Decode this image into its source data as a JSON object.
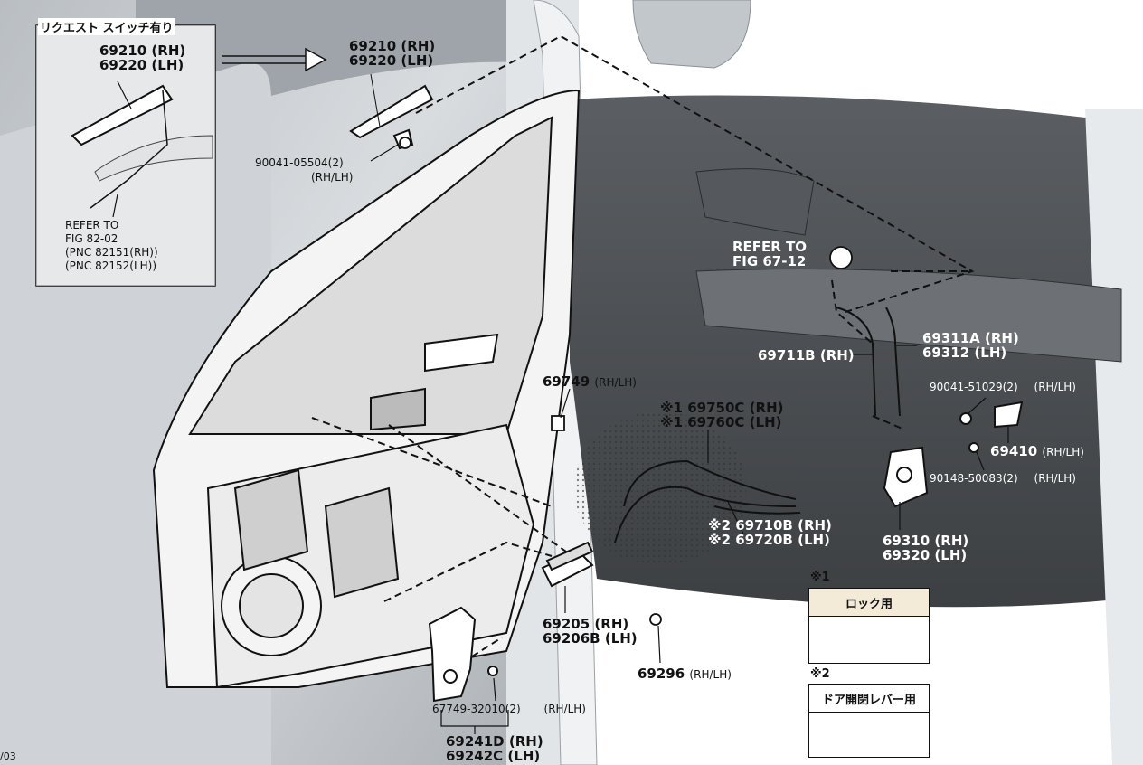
{
  "inset": {
    "title": "リクエスト スイッチ有り",
    "handle_rh": "69210 (RH)",
    "handle_lh": "69220 (LH)",
    "refer_line1": "REFER TO",
    "refer_line2": "FIG  82-02",
    "refer_line3": "(PNC 82151(RH))",
    "refer_line4": "(PNC 82152(LH))"
  },
  "labels": {
    "handle_rh": "69210 (RH)",
    "handle_lh": "69220 (LH)",
    "bolt_handle": "90041-05504(2)",
    "bolt_handle_side": "(RH/LH)",
    "refer67_line1": "REFER TO",
    "refer67_line2": "FIG  67-12",
    "rod_69711b": "69711B (RH)",
    "rod_69311a_rh": "69311A (RH)",
    "rod_69312_lh": "69312  (LH)",
    "clip_69749": "69749",
    "clip_69749_side": "(RH/LH)",
    "cable_lock_rh": "※1 69750C (RH)",
    "cable_lock_lh": "※1 69760C (LH)",
    "bolt_90041_51029": "90041-51029(2)",
    "bolt_90041_51029_side": "(RH/LH)",
    "part_69410": "69410",
    "part_69410_side": "(RH/LH)",
    "screw_90148": "90148-50083(2)",
    "screw_90148_side": "(RH/LH)",
    "cable_open_rh": "※2 69710B (RH)",
    "cable_open_lh": "※2 69720B (LH)",
    "lock_rh": "69310 (RH)",
    "lock_lh": "69320 (LH)",
    "inside_handle_rh": "69205  (RH)",
    "inside_handle_lh": "69206B (LH)",
    "clip_69296": "69296",
    "clip_69296_side": "(RH/LH)",
    "screw_67749": "67749-32010(2)",
    "screw_67749_side": "(RH/LH)",
    "hinge_rh": "69241D (RH)",
    "hinge_lh": "69242C (LH)"
  },
  "legend": {
    "mark1": "※1",
    "mark1_label": "ロック用",
    "mark2": "※2",
    "mark2_label": "ドア開閉レバー用"
  },
  "page_number": "/03",
  "colors": {
    "background": "#ffffff",
    "line": "#111111",
    "legend_fill": "#f3ead8",
    "body_gray": "#c9cdd1",
    "trim_dark": "#4a4d51"
  }
}
